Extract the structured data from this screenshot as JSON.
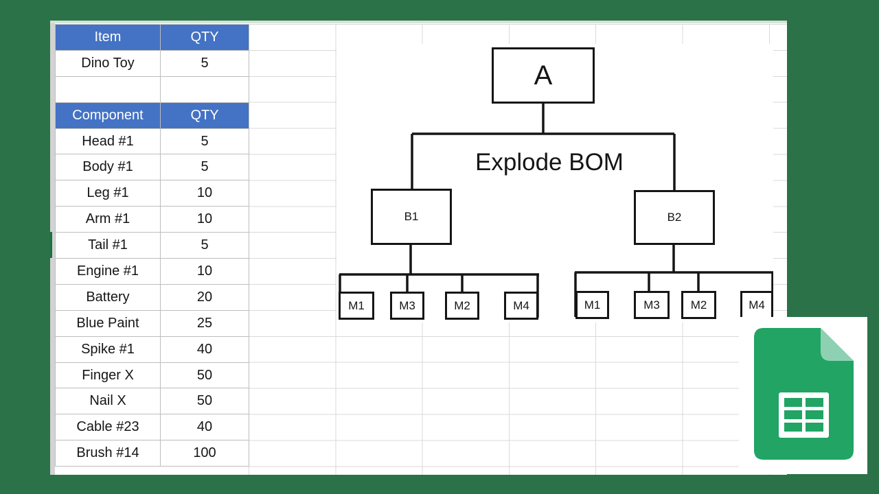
{
  "table": {
    "rows": [
      {
        "item": "Item",
        "qty": "QTY"
      },
      {
        "item": "Dino Toy",
        "qty": "5"
      },
      {
        "item": "",
        "qty": ""
      },
      {
        "item": "Component",
        "qty": "QTY"
      },
      {
        "item": "Head #1",
        "qty": "5"
      },
      {
        "item": "Body #1",
        "qty": "5"
      },
      {
        "item": "Leg #1",
        "qty": "10"
      },
      {
        "item": "Arm #1",
        "qty": "10"
      },
      {
        "item": "Tail #1",
        "qty": "5"
      },
      {
        "item": "Engine #1",
        "qty": "10"
      },
      {
        "item": "Battery",
        "qty": "20"
      },
      {
        "item": "Blue Paint",
        "qty": "25"
      },
      {
        "item": "Spike #1",
        "qty": "40"
      },
      {
        "item": "Finger X",
        "qty": "50"
      },
      {
        "item": "Nail X",
        "qty": "50"
      },
      {
        "item": "Cable #23",
        "qty": "40"
      },
      {
        "item": "Brush #14",
        "qty": "100"
      }
    ]
  },
  "diagram": {
    "title": "Explode BOM",
    "root_label": "A",
    "groups": [
      {
        "label": "B1",
        "children": [
          "M1",
          "M3",
          "M2",
          "M4"
        ]
      },
      {
        "label": "B2",
        "children": [
          "M1",
          "M3",
          "M2",
          "M4"
        ]
      }
    ]
  },
  "branding": {
    "app_icon": "google-sheets-icon"
  },
  "colors": {
    "frame_green": "#2b7249",
    "header_blue": "#4472c4",
    "sheets_icon_green": "#21a464",
    "sheets_icon_fold": "#8ed1b2",
    "gridline": "#d9d9d9",
    "diagram_line": "#151515"
  }
}
